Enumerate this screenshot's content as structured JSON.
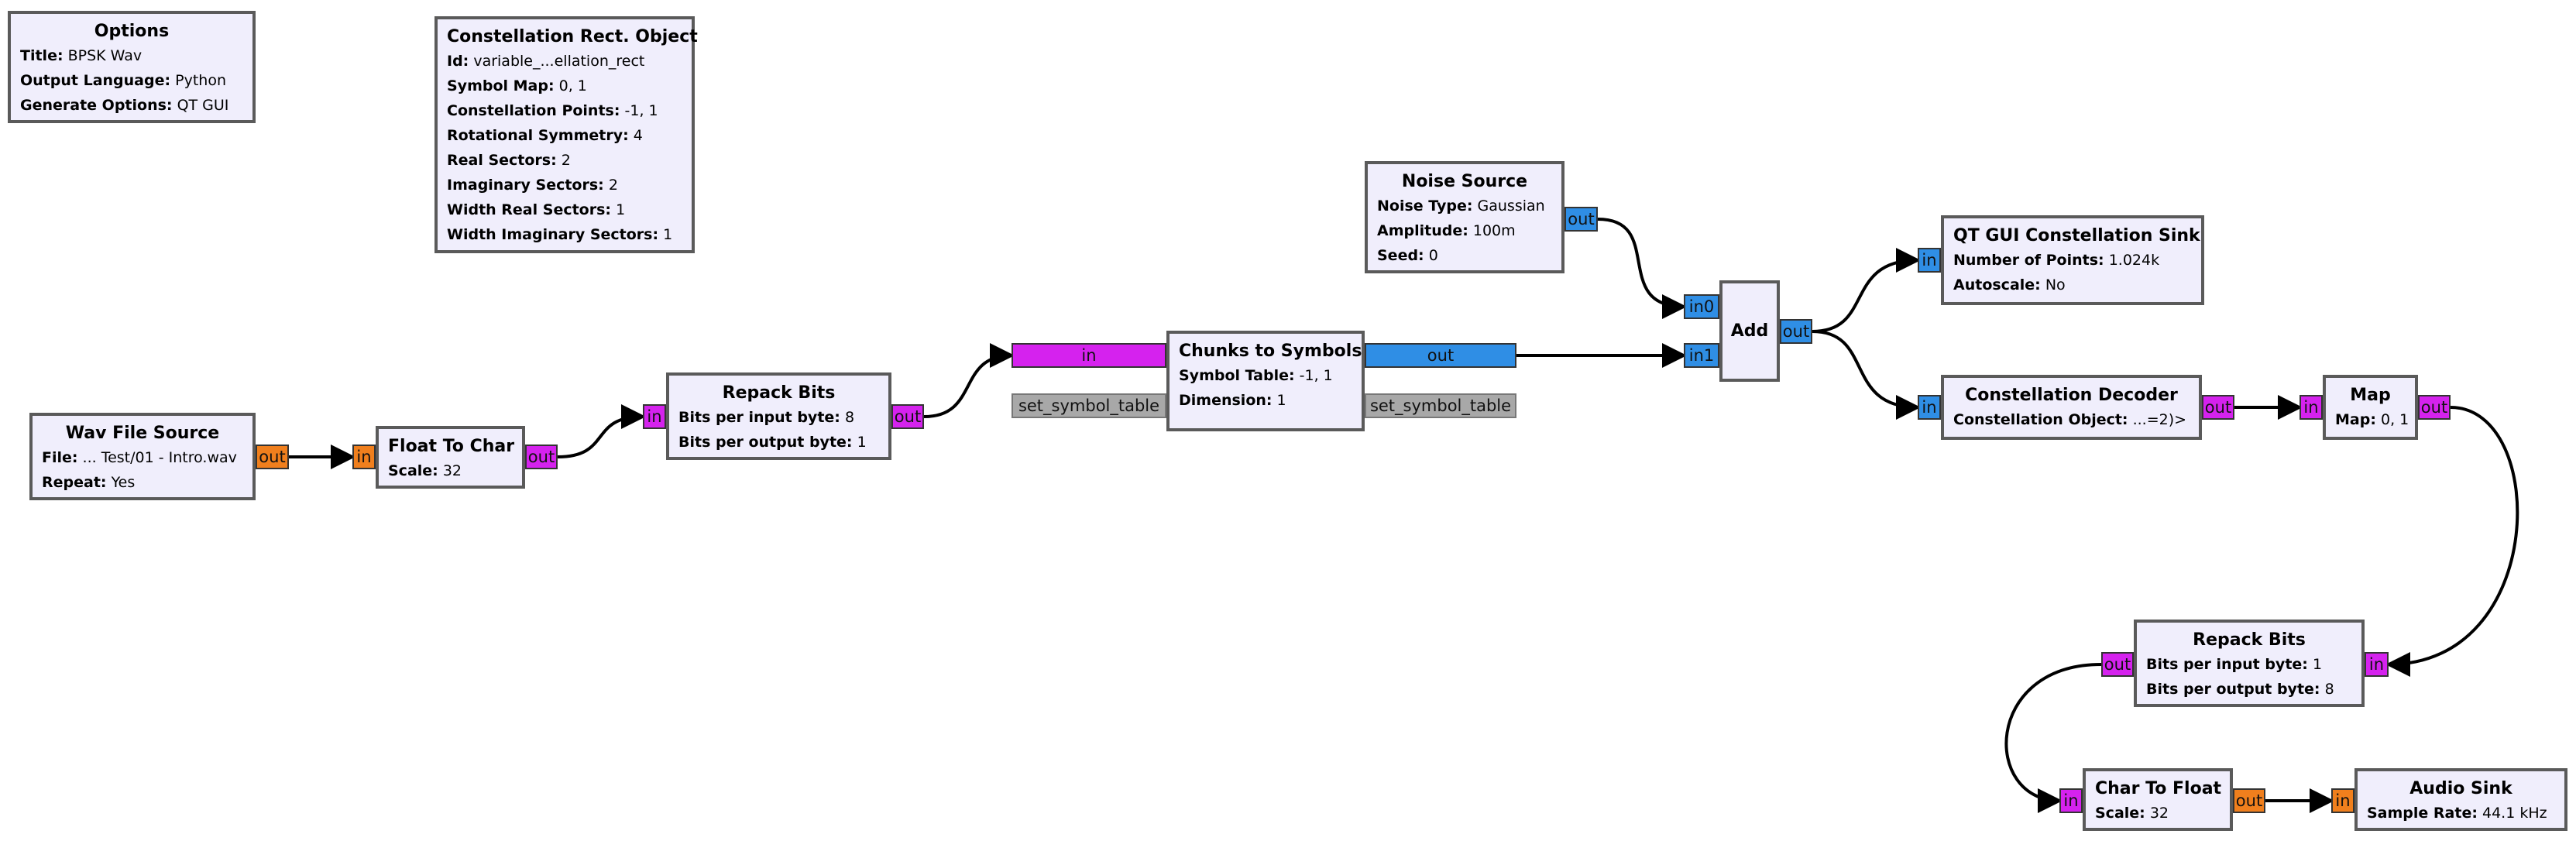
{
  "options": {
    "title": "Options",
    "params": [
      {
        "k": "Title:",
        "v": "BPSK Wav"
      },
      {
        "k": "Output Language:",
        "v": "Python"
      },
      {
        "k": "Generate Options:",
        "v": "QT GUI"
      }
    ]
  },
  "constellation_rect": {
    "title": "Constellation Rect. Object",
    "params": [
      {
        "k": "Id:",
        "v": "variable_...ellation_rect"
      },
      {
        "k": "Symbol Map:",
        "v": "0, 1"
      },
      {
        "k": "Constellation Points:",
        "v": "-1, 1"
      },
      {
        "k": "Rotational Symmetry:",
        "v": "4"
      },
      {
        "k": "Real Sectors:",
        "v": "2"
      },
      {
        "k": "Imaginary Sectors:",
        "v": "2"
      },
      {
        "k": "Width Real Sectors:",
        "v": "1"
      },
      {
        "k": "Width Imaginary Sectors:",
        "v": "1"
      }
    ]
  },
  "noise_source": {
    "title": "Noise Source",
    "params": [
      {
        "k": "Noise Type:",
        "v": "Gaussian"
      },
      {
        "k": "Amplitude:",
        "v": "100m"
      },
      {
        "k": "Seed:",
        "v": "0"
      }
    ],
    "out": "out"
  },
  "wav_file_source": {
    "title": "Wav File Source",
    "params": [
      {
        "k": "File:",
        "v": "... Test/01 - Intro.wav"
      },
      {
        "k": "Repeat:",
        "v": "Yes"
      }
    ],
    "out": "out"
  },
  "float_to_char": {
    "title": "Float To Char",
    "params": [
      {
        "k": "Scale:",
        "v": "32"
      }
    ],
    "in": "in",
    "out": "out"
  },
  "repack_bits_1": {
    "title": "Repack Bits",
    "params": [
      {
        "k": "Bits per input byte:",
        "v": "8"
      },
      {
        "k": "Bits per output byte:",
        "v": "1"
      }
    ],
    "in": "in",
    "out": "out"
  },
  "chunks_to_symbols": {
    "title": "Chunks to Symbols",
    "params": [
      {
        "k": "Symbol Table:",
        "v": "-1, 1"
      },
      {
        "k": "Dimension:",
        "v": "1"
      }
    ],
    "in": "in",
    "out": "out",
    "msg_in": "set_symbol_table",
    "msg_out": "set_symbol_table"
  },
  "add": {
    "title": "Add",
    "in0": "in0",
    "in1": "in1",
    "out": "out"
  },
  "qt_gui_constellation_sink": {
    "title": "QT GUI Constellation Sink",
    "params": [
      {
        "k": "Number of Points:",
        "v": "1.024k"
      },
      {
        "k": "Autoscale:",
        "v": "No"
      }
    ],
    "in": "in"
  },
  "constellation_decoder": {
    "title": "Constellation Decoder",
    "params": [
      {
        "k": "Constellation Object:",
        "v": "...=2)>"
      }
    ],
    "in": "in",
    "out": "out"
  },
  "map": {
    "title": "Map",
    "params": [
      {
        "k": "Map:",
        "v": "0, 1"
      }
    ],
    "in": "in",
    "out": "out"
  },
  "repack_bits_2": {
    "title": "Repack Bits",
    "params": [
      {
        "k": "Bits per input byte:",
        "v": "1"
      },
      {
        "k": "Bits per output byte:",
        "v": "8"
      }
    ],
    "in": "in",
    "out": "out"
  },
  "char_to_float": {
    "title": "Char To Float",
    "params": [
      {
        "k": "Scale:",
        "v": "32"
      }
    ],
    "in": "in",
    "out": "out"
  },
  "audio_sink": {
    "title": "Audio Sink",
    "params": [
      {
        "k": "Sample Rate:",
        "v": "44.1 kHz"
      }
    ],
    "in": "in"
  },
  "colors": {
    "byte_port": "#d522ee",
    "float_port": "#f07f1d",
    "complex_port": "#2f8ee5",
    "message_port": "#a8a8a8",
    "block_fill": "#f0eefc",
    "block_border": "#5a5a5a"
  }
}
